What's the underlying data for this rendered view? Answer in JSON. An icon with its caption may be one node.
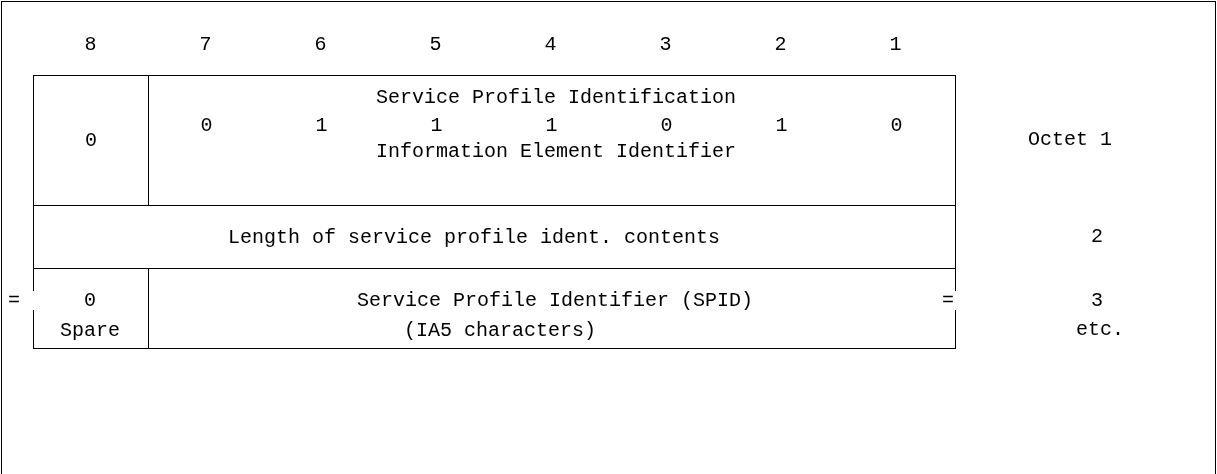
{
  "diagram": {
    "nodes": [
      {
        "text": [
          "0"
        ]
      },
      {
        "text": [
          "Service Profile Identification",
          "0",
          "1",
          "1",
          "1",
          "0",
          "1",
          "0",
          "Information Element Identifier"
        ]
      },
      {
        "text": [
          "Length of service profile ident. contents"
        ]
      },
      {
        "text": [
          "0",
          "Spare"
        ]
      },
      {
        "text": [
          "Service Profile Identifier (SPID)",
          "(IA5 characters)"
        ]
      }
    ],
    "labels": [
      "8",
      "7",
      "6",
      "5",
      "4",
      "3",
      "2",
      "1",
      "Octet 1",
      "2",
      "=",
      "=",
      "3",
      "etc."
    ]
  }
}
